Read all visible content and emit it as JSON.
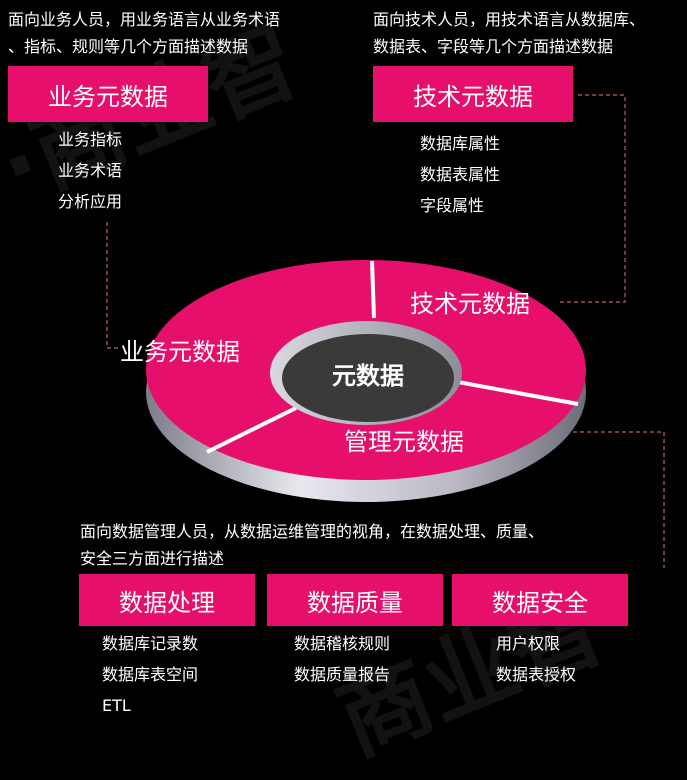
{
  "colors": {
    "accent": "#e6106c",
    "background": "#000000",
    "text": "#ffffff",
    "hub": "#3a3a3a",
    "connector": "#c85a78"
  },
  "business": {
    "desc_line1": "面向业务人员，用业务语言从业务术语",
    "desc_line2": "、指标、规则等几个方面描述数据",
    "title": "业务元数据",
    "items": [
      "业务指标",
      "业务术语",
      "分析应用"
    ]
  },
  "technical": {
    "desc_line1": "面向技术人员，用技术语言从数据库、",
    "desc_line2": "数据表、字段等几个方面描述数据",
    "title": "技术元数据",
    "items": [
      "数据库属性",
      "数据表属性",
      "字段属性"
    ]
  },
  "ring": {
    "center": "元数据",
    "segment_business": "业务元数据",
    "segment_technical": "技术元数据",
    "segment_management": "管理元数据"
  },
  "management": {
    "desc_line1": "面向数据管理人员，从数据运维管理的视角，在数据处理、质量、",
    "desc_line2": "安全三方面进行描述",
    "boxes": [
      {
        "title": "数据处理",
        "items": [
          "数据库记录数",
          "数据库表空间",
          "ETL"
        ]
      },
      {
        "title": "数据质量",
        "items": [
          "数据稽核规则",
          "数据质量报告"
        ]
      },
      {
        "title": "数据安全",
        "items": [
          "用户权限",
          "数据表授权"
        ]
      }
    ]
  }
}
